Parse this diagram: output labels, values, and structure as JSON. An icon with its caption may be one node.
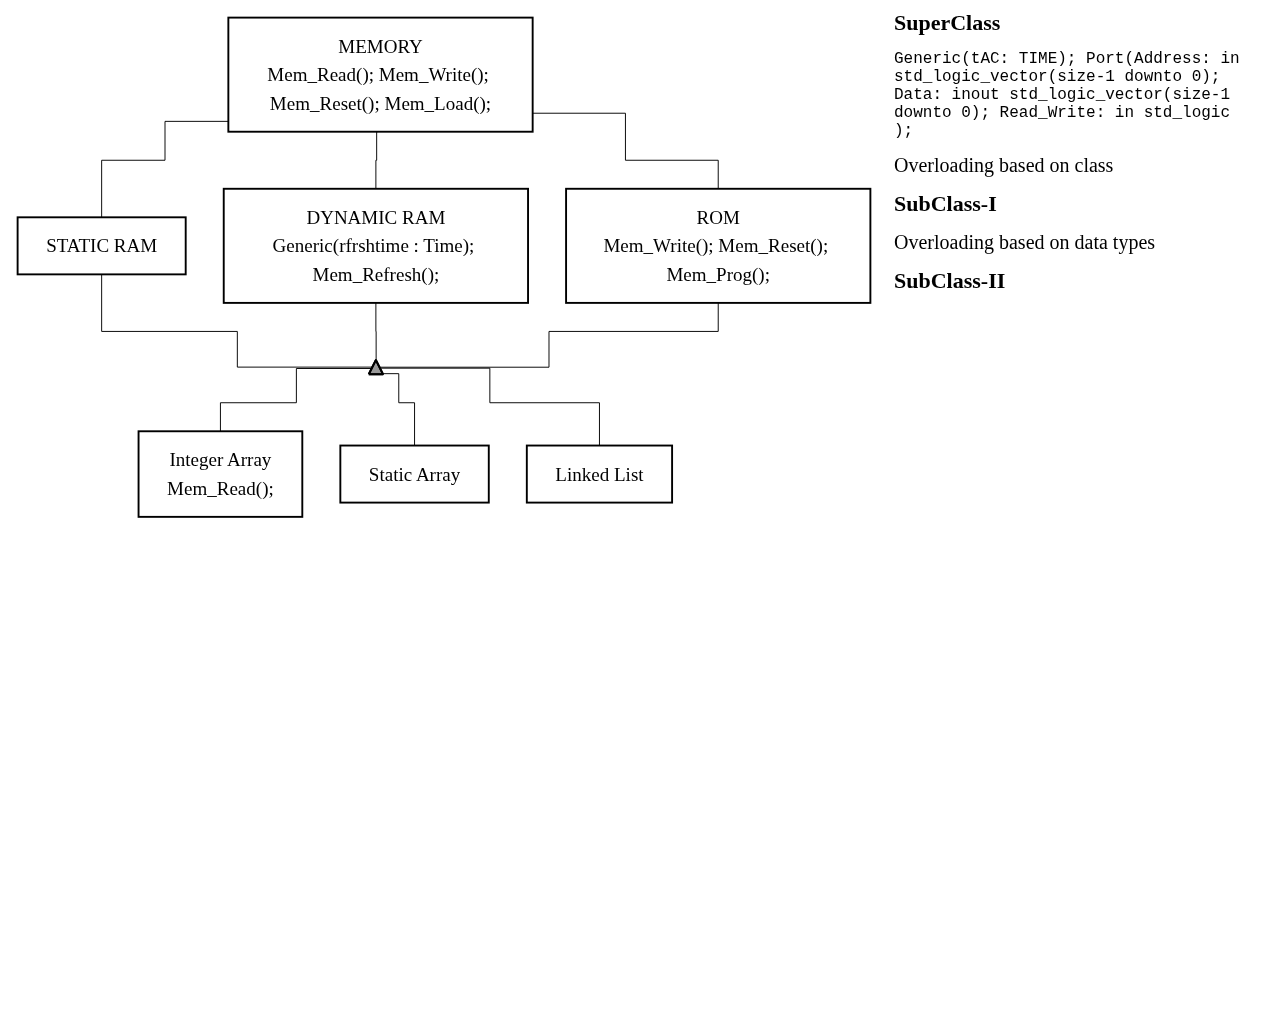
{
  "diagram": {
    "nodes": [
      {
        "text": [
          "MEMORY",
          "Mem_Read(); Mem_Write(); Mem_Reset(); Mem_Load();"
        ]
      },
      {
        "text": [
          "STATIC RAM"
        ]
      },
      {
        "text": [
          "DYNAMIC RAM",
          "Generic(rfrshtime : Time); Mem_Refresh();"
        ]
      },
      {
        "text": [
          "ROM",
          "Mem_Write(); Mem_Reset(); Mem_Prog();"
        ]
      },
      {
        "text": [],
        "shape": "triangle"
      },
      {
        "text": [
          "Integer Array",
          "Mem_Read();"
        ]
      },
      {
        "text": [
          "Static Array"
        ]
      },
      {
        "text": [
          "Linked List"
        ]
      }
    ],
    "edges": [
      {
        "from": 0,
        "to": 1,
        "arrow": "none"
      },
      {
        "from": 0,
        "to": 2,
        "arrow": "none"
      },
      {
        "from": 0,
        "to": 3,
        "arrow": "none"
      },
      {
        "from": 1,
        "to": 4,
        "arrow": "none"
      },
      {
        "from": 2,
        "to": 4,
        "arrow": "none"
      },
      {
        "from": 3,
        "to": 4,
        "arrow": "none"
      },
      {
        "from": 4,
        "to": 5,
        "arrow": "none"
      },
      {
        "from": 4,
        "to": 6,
        "arrow": "none"
      },
      {
        "from": 4,
        "to": 7,
        "arrow": "none"
      }
    ],
    "labels": [
      "SuperClass",
      "Generic(tAC: TIME); Port(Address: in std_logic_vector(size-1 downto 0); Data: inout std_logic_vector(size-1 downto 0); Read_Write: in std_logic );",
      "Overloading based on class",
      "SubClass-I",
      "Overloading based on data types",
      "SubClass-II"
    ]
  }
}
